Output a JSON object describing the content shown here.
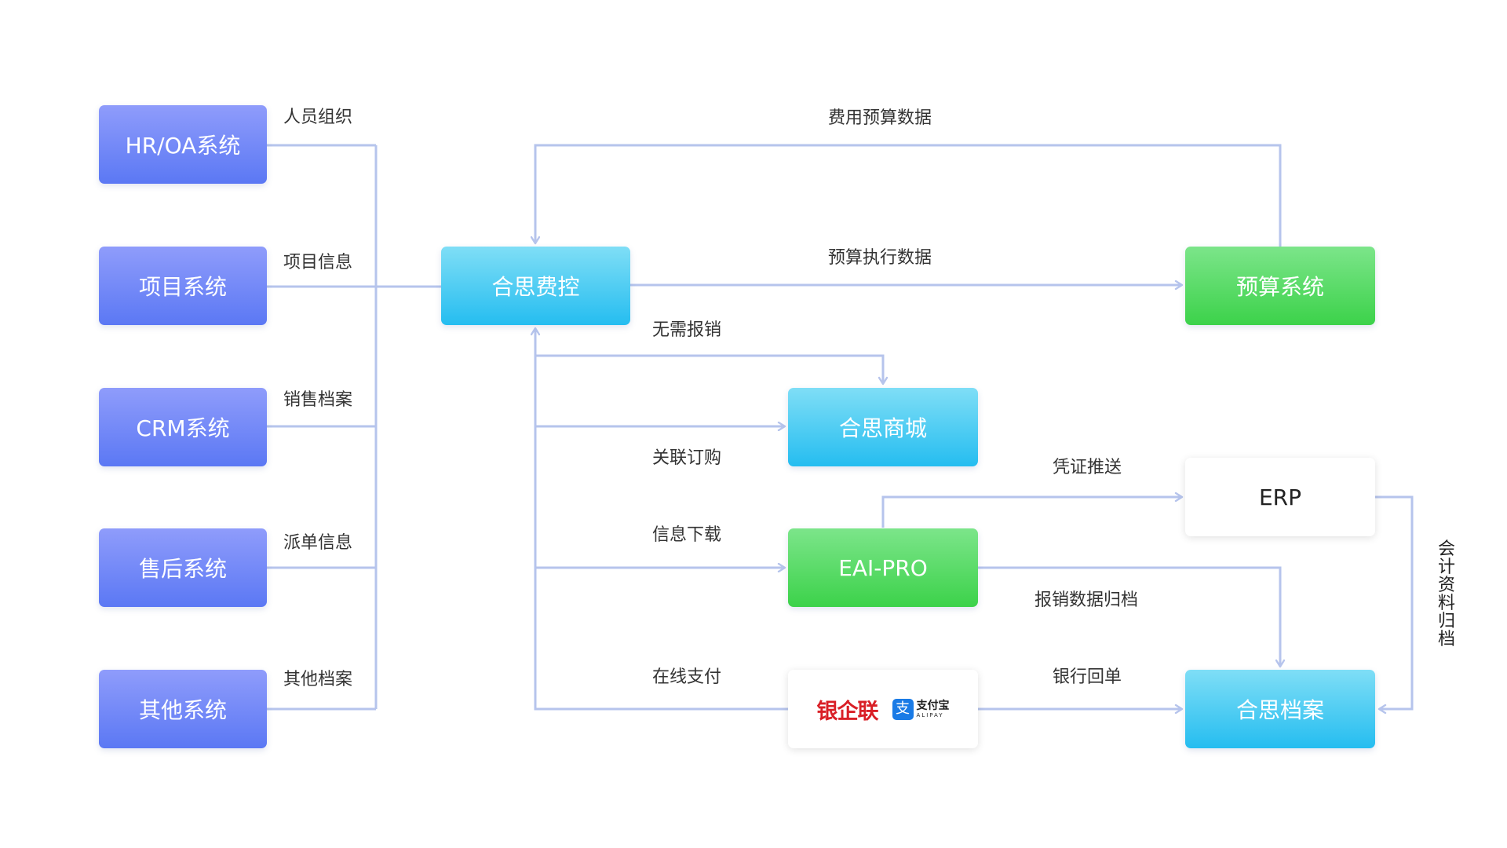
{
  "nodes": {
    "hr_oa": "HR/OA系统",
    "project": "项目系统",
    "crm": "CRM系统",
    "after_sales": "售后系统",
    "other": "其他系统",
    "heisi_expense": "合思费控",
    "budget": "预算系统",
    "heisi_mall": "合思商城",
    "erp": "ERP",
    "eai_pro": "EAI-PRO",
    "heisi_archive": "合思档案",
    "payment": {
      "yinqilian": "银企联",
      "alipay_cn": "支付宝",
      "alipay_en": "ALIPAY",
      "alipay_icon_glyph": "支"
    }
  },
  "labels": {
    "personnel_org": "人员组织",
    "project_info": "项目信息",
    "sales_archive": "销售档案",
    "dispatch_info": "派单信息",
    "other_archive": "其他档案",
    "budget_data": "费用预算数据",
    "budget_exec_data": "预算执行数据",
    "no_reimburse": "无需报销",
    "linked_purchase": "关联订购",
    "voucher_push": "凭证推送",
    "info_download": "信息下载",
    "reimburse_archive": "报销数据归档",
    "online_payment": "在线支付",
    "bank_receipt": "银行回单",
    "accounting_archive": "会计资料归档"
  },
  "colors": {
    "connector": "#b6c4ec",
    "left_systems": "#6d86f7",
    "blue_nodes": "#2ec3f1",
    "green_nodes": "#48d657",
    "yinqilian_red": "#d91f26",
    "alipay_blue": "#1a7be6"
  }
}
